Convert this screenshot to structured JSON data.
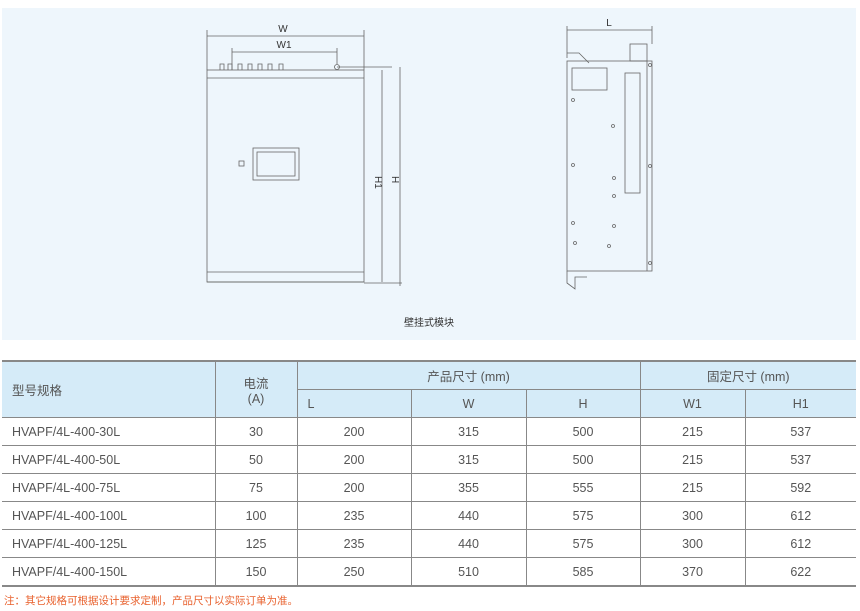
{
  "drawing": {
    "caption": "壁挂式模块",
    "front_labels": {
      "w": "W",
      "w1": "W1",
      "h1": "H1",
      "h": "H"
    },
    "side_labels": {
      "l": "L"
    }
  },
  "table": {
    "headers": {
      "model": "型号规格",
      "current": "电流",
      "current_unit": "(A)",
      "product_size": "产品尺寸 (mm)",
      "fixed_size": "固定尺寸 (mm)",
      "l": "L",
      "w": "W",
      "h": "H",
      "w1": "W1",
      "h1": "H1"
    },
    "rows": [
      [
        "HVAPF/4L-400-30L",
        "30",
        "200",
        "315",
        "500",
        "215",
        "537"
      ],
      [
        "HVAPF/4L-400-50L",
        "50",
        "200",
        "315",
        "500",
        "215",
        "537"
      ],
      [
        "HVAPF/4L-400-75L",
        "75",
        "200",
        "355",
        "555",
        "215",
        "592"
      ],
      [
        "HVAPF/4L-400-100L",
        "100",
        "235",
        "440",
        "575",
        "300",
        "612"
      ],
      [
        "HVAPF/4L-400-125L",
        "125",
        "235",
        "440",
        "575",
        "300",
        "612"
      ],
      [
        "HVAPF/4L-400-150L",
        "150",
        "250",
        "510",
        "585",
        "370",
        "622"
      ]
    ]
  },
  "note": "注：其它规格可根据设计要求定制，产品尺寸以实际订单为准。"
}
